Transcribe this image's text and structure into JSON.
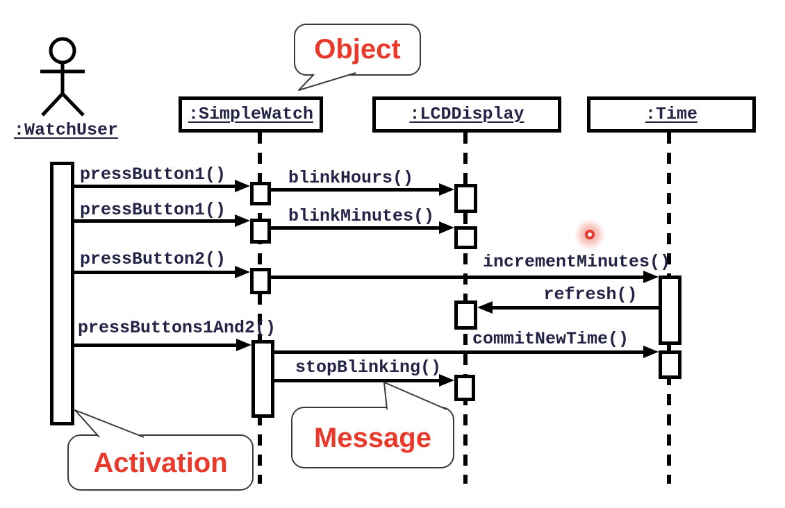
{
  "actor": {
    "label": ":WatchUser"
  },
  "objects": [
    {
      "label": ":SimpleWatch"
    },
    {
      "label": ":LCDDisplay"
    },
    {
      "label": ":Time"
    }
  ],
  "messages": [
    {
      "label": "pressButton1()",
      "from": ":WatchUser",
      "to": ":SimpleWatch",
      "direction": "right"
    },
    {
      "label": "blinkHours()",
      "from": ":SimpleWatch",
      "to": ":LCDDisplay",
      "direction": "right"
    },
    {
      "label": "pressButton1()",
      "from": ":WatchUser",
      "to": ":SimpleWatch",
      "direction": "right"
    },
    {
      "label": "blinkMinutes()",
      "from": ":SimpleWatch",
      "to": ":LCDDisplay",
      "direction": "right"
    },
    {
      "label": "pressButton2()",
      "from": ":WatchUser",
      "to": ":SimpleWatch",
      "direction": "right"
    },
    {
      "label": "incrementMinutes()",
      "from": ":SimpleWatch",
      "to": ":Time",
      "direction": "right"
    },
    {
      "label": "refresh()",
      "from": ":Time",
      "to": ":LCDDisplay",
      "direction": "left"
    },
    {
      "label": "pressButtons1And2()",
      "from": ":WatchUser",
      "to": ":SimpleWatch",
      "direction": "right"
    },
    {
      "label": "commitNewTime()",
      "from": ":SimpleWatch",
      "to": ":Time",
      "direction": "right"
    },
    {
      "label": "stopBlinking()",
      "from": ":SimpleWatch",
      "to": ":LCDDisplay",
      "direction": "right"
    }
  ],
  "callouts": [
    {
      "label": "Object",
      "points_to": ":SimpleWatch object box"
    },
    {
      "label": "Activation",
      "points_to": "actor activation bar"
    },
    {
      "label": "Message",
      "points_to": "stopBlinking() arrow"
    }
  ],
  "colors": {
    "background": "#ffffff",
    "line": "#000000",
    "diagram_text": "#232347",
    "callout_text": "#e8392b",
    "pointer_dot": "#e23b2e"
  }
}
